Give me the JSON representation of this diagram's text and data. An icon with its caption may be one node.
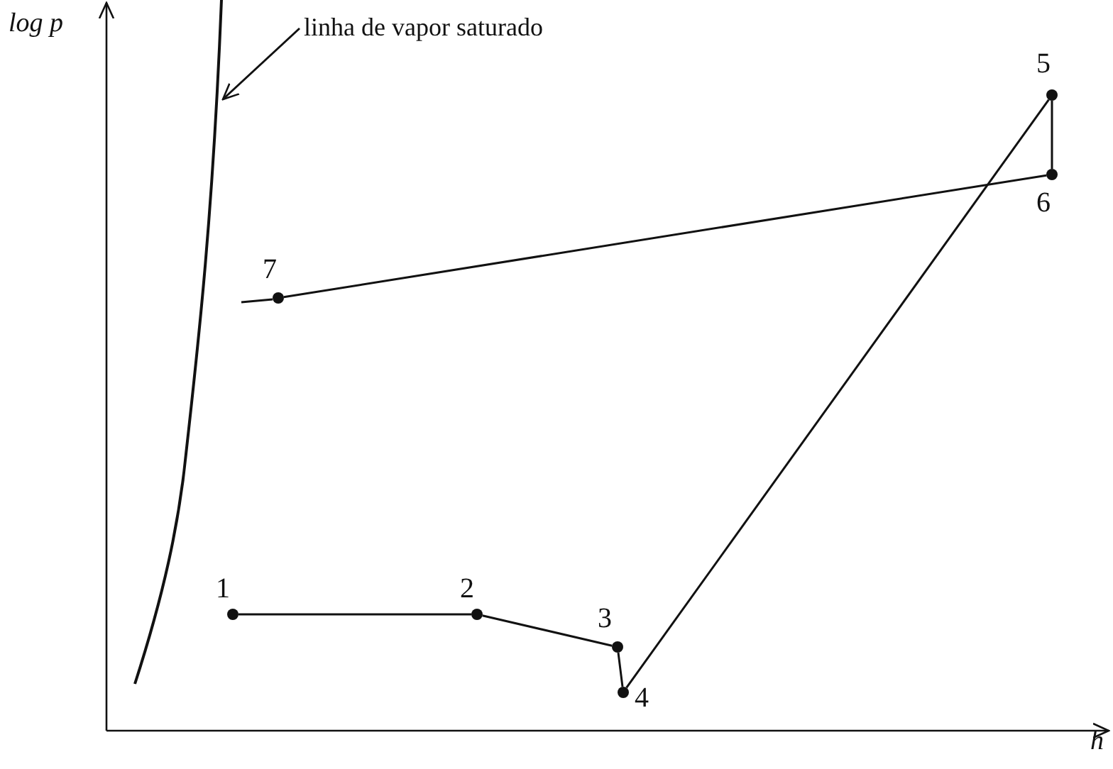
{
  "diagram": {
    "nodes": [
      {
        "text": [
          "1"
        ]
      },
      {
        "text": [
          "2"
        ]
      },
      {
        "text": [
          "3"
        ]
      },
      {
        "text": [
          "4"
        ]
      },
      {
        "text": [
          "5"
        ]
      },
      {
        "text": [
          "6"
        ]
      },
      {
        "text": [
          "7"
        ]
      },
      {
        "text": [
          "linha de vapor saturado"
        ]
      },
      {
        "text": [],
        "shape": "curve"
      }
    ],
    "edges": [
      {
        "from": 0,
        "to": 1,
        "arrow": "none"
      },
      {
        "from": 1,
        "to": 2,
        "arrow": "none"
      },
      {
        "from": 2,
        "to": 3,
        "arrow": "none"
      },
      {
        "from": 3,
        "to": 4,
        "arrow": "none"
      },
      {
        "from": 4,
        "to": 5,
        "arrow": "none"
      },
      {
        "from": 5,
        "to": 6,
        "arrow": "none"
      },
      {
        "from": 7,
        "to": 8,
        "arrow": "to"
      }
    ],
    "labels": [
      "log p",
      "h"
    ]
  }
}
